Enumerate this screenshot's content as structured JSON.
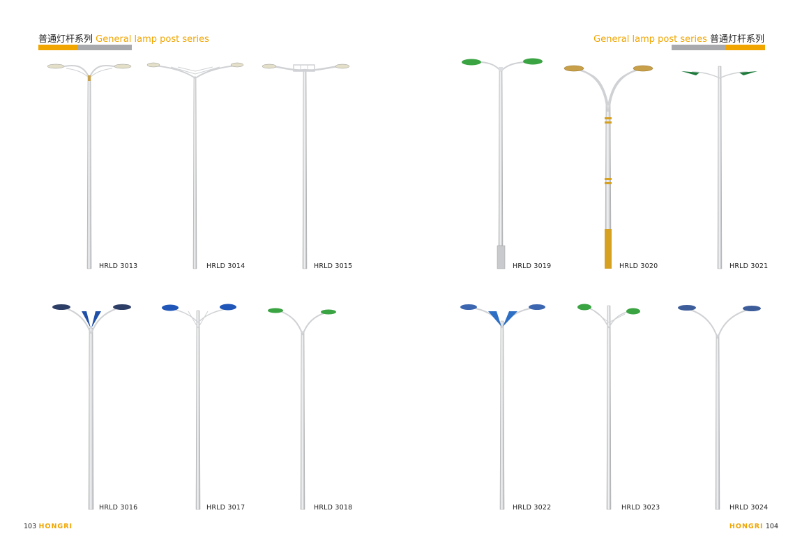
{
  "header_left": {
    "cn": "普通灯杆系列",
    "en": "General lamp post series"
  },
  "header_right": {
    "cn": "普通灯杆系列",
    "en": "General lamp post series"
  },
  "colors": {
    "accent": "#f0a500",
    "grey_bar": "#a7a9ac",
    "pole": "#d8dadd"
  },
  "products": [
    {
      "code": "HRLD 3013"
    },
    {
      "code": "HRLD 3014"
    },
    {
      "code": "HRLD 3015"
    },
    {
      "code": "HRLD 3019"
    },
    {
      "code": "HRLD 3020"
    },
    {
      "code": "HRLD 3021"
    },
    {
      "code": "HRLD 3016"
    },
    {
      "code": "HRLD 3017"
    },
    {
      "code": "HRLD 3018"
    },
    {
      "code": "HRLD 3022"
    },
    {
      "code": "HRLD 3023"
    },
    {
      "code": "HRLD 3024"
    }
  ],
  "footer_left": {
    "page": "103",
    "brand": "HONGRI"
  },
  "footer_right": {
    "page": "104",
    "brand": "HONGRI"
  }
}
